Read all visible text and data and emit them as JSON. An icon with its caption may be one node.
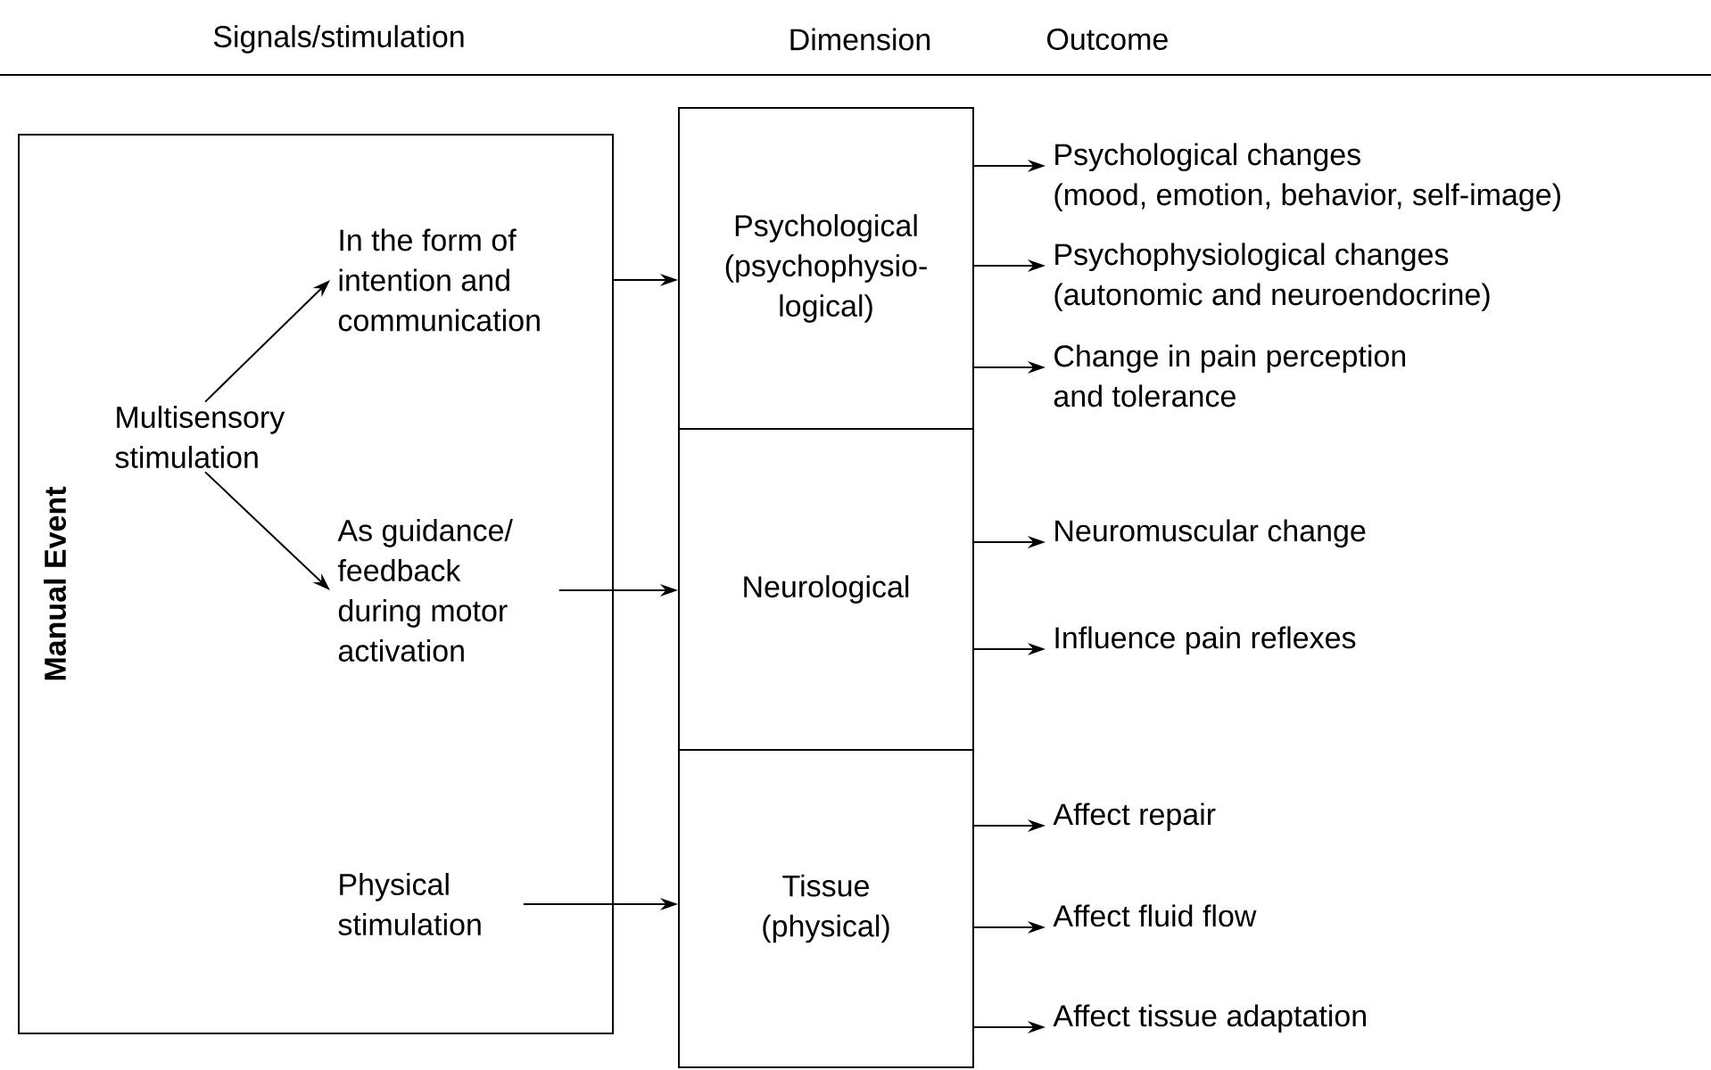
{
  "diagram": {
    "nodes": [
      {
        "text": [
          "Manual Event"
        ]
      },
      {
        "text": [
          "Multisensory stimulation"
        ],
        "in": 0
      },
      {
        "text": [
          "In the form of intention and communication"
        ],
        "in": 0
      },
      {
        "text": [
          "As guidance/ feedback during motor activation"
        ],
        "in": 0
      },
      {
        "text": [
          "Physical stimulation"
        ],
        "in": 0
      },
      {
        "text": [
          "Psychological (psychophysio-logical)"
        ]
      },
      {
        "text": [
          "Neurological"
        ]
      },
      {
        "text": [
          "Tissue (physical)"
        ]
      },
      {
        "text": [
          "Psychological changes (mood, emotion, behavior, self-image)"
        ]
      },
      {
        "text": [
          "Psychophysiological changes (autonomic and neuroendocrine)"
        ]
      },
      {
        "text": [
          "Change in pain perception and tolerance"
        ]
      },
      {
        "text": [
          "Neuromuscular change"
        ]
      },
      {
        "text": [
          "Influence pain reflexes"
        ]
      },
      {
        "text": [
          "Affect repair"
        ]
      },
      {
        "text": [
          "Affect fluid flow"
        ]
      },
      {
        "text": [
          "Affect tissue adaptation"
        ]
      }
    ],
    "edges": [
      {
        "from": 1,
        "to": 2,
        "arrow": "to"
      },
      {
        "from": 1,
        "to": 3,
        "arrow": "to"
      },
      {
        "from": 2,
        "to": 5,
        "arrow": "to"
      },
      {
        "from": 3,
        "to": 6,
        "arrow": "to"
      },
      {
        "from": 4,
        "to": 7,
        "arrow": "to"
      },
      {
        "from": 5,
        "to": 8,
        "arrow": "to"
      },
      {
        "from": 5,
        "to": 9,
        "arrow": "to"
      },
      {
        "from": 5,
        "to": 10,
        "arrow": "to"
      },
      {
        "from": 6,
        "to": 11,
        "arrow": "to"
      },
      {
        "from": 6,
        "to": 12,
        "arrow": "to"
      },
      {
        "from": 7,
        "to": 13,
        "arrow": "to"
      },
      {
        "from": 7,
        "to": 14,
        "arrow": "to"
      },
      {
        "from": 7,
        "to": 15,
        "arrow": "to"
      }
    ],
    "labels": [
      "Signals/stimulation",
      "Dimension",
      "Outcome"
    ]
  }
}
